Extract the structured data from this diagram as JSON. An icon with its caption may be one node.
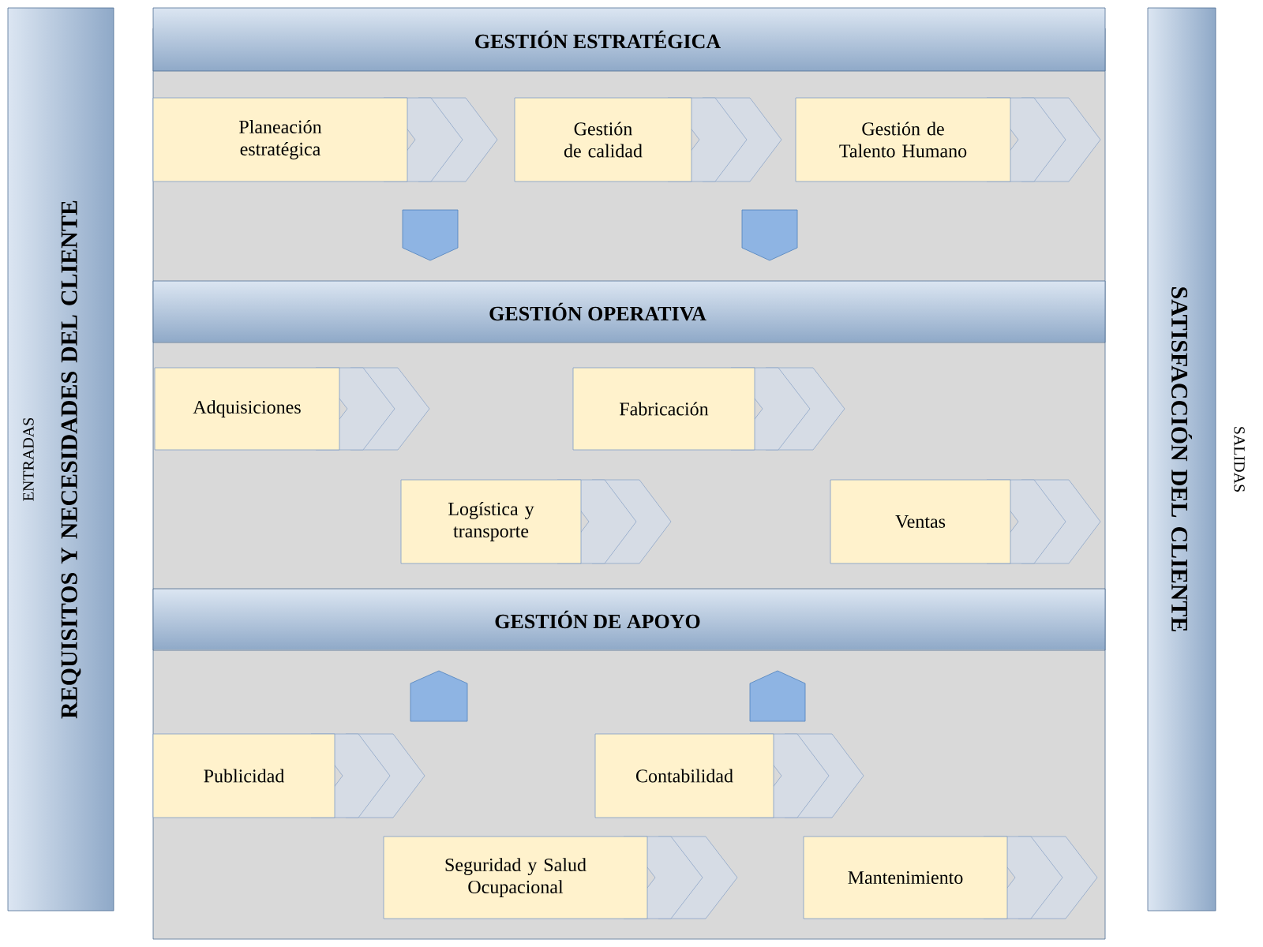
{
  "diagram": {
    "nodes": [
      {
        "text": [
          "ENTRADAS",
          "REQUISITOS Y NECESIDADES DEL CLIENTE"
        ]
      },
      {
        "text": [
          "SATISFACCIÓN DEL CLIENTE"
        ],
        "beside": [
          "SALIDAS"
        ]
      },
      {
        "text": [
          "GESTIÓN ESTRATÉGICA"
        ]
      },
      {
        "text": [
          "Planeación estratégica"
        ]
      },
      {
        "text": [
          "Gestión de calidad"
        ]
      },
      {
        "text": [
          "Gestión de Talento Humano"
        ]
      },
      {
        "text": [],
        "shape": "pentagon"
      },
      {
        "text": [],
        "shape": "pentagon"
      },
      {
        "text": [
          "GESTIÓN OPERATIVA"
        ]
      },
      {
        "text": [
          "Adquisiciones"
        ]
      },
      {
        "text": [
          "Fabricación"
        ]
      },
      {
        "text": [
          "Logística y transporte"
        ]
      },
      {
        "text": [
          "Ventas"
        ]
      },
      {
        "text": [
          "GESTIÓN DE APOYO"
        ]
      },
      {
        "text": [],
        "shape": "pentagon"
      },
      {
        "text": [],
        "shape": "pentagon"
      },
      {
        "text": [
          "Publicidad"
        ]
      },
      {
        "text": [
          "Contabilidad"
        ]
      },
      {
        "text": [
          "Seguridad y Salud Ocupacional"
        ]
      },
      {
        "text": [
          "Mantenimiento"
        ]
      }
    ]
  }
}
